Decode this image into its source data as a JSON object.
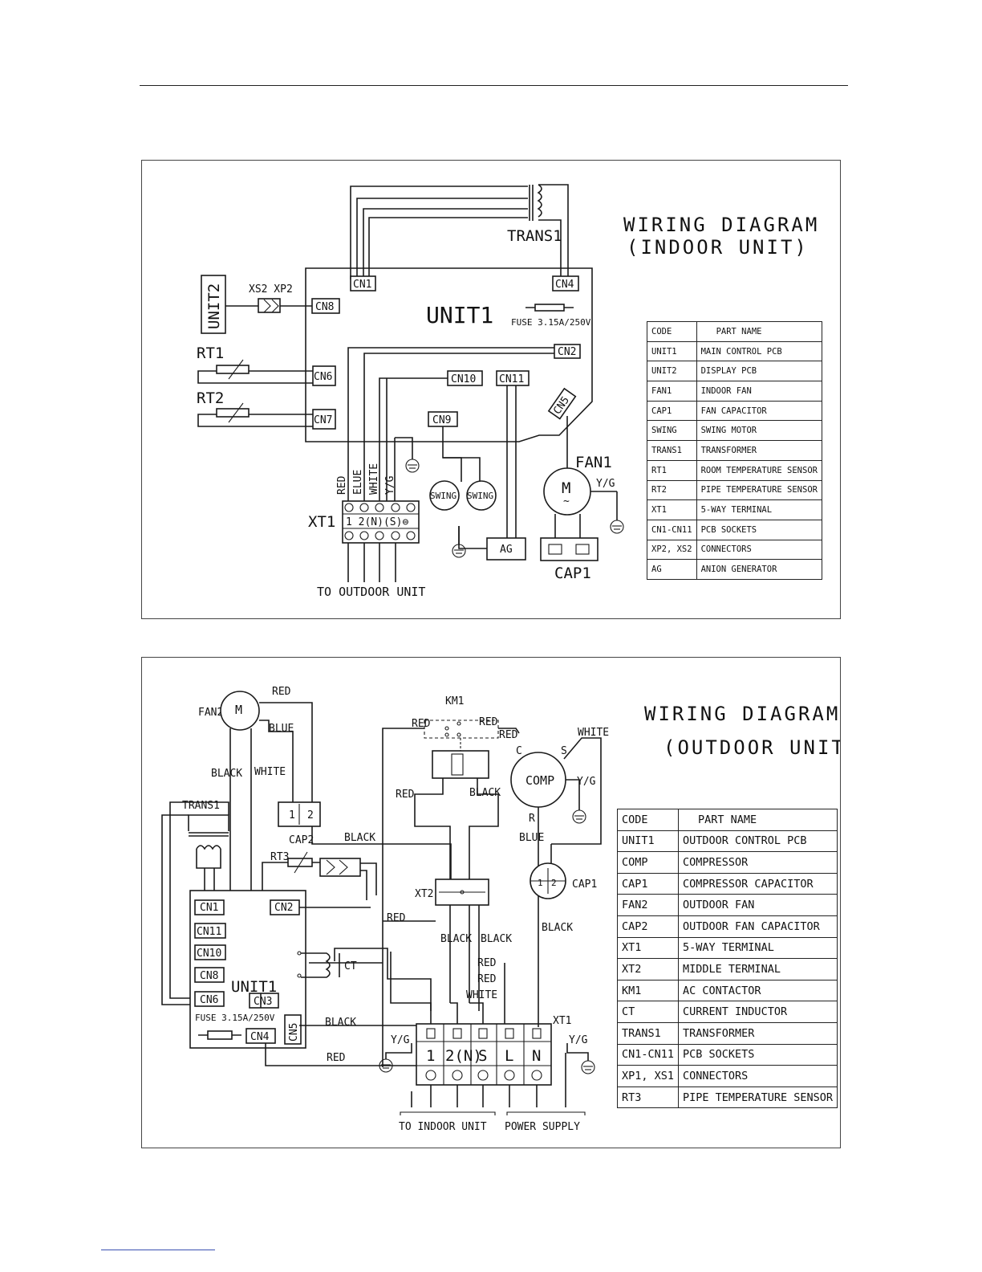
{
  "indoor": {
    "title_line1": "WIRING DIAGRAM",
    "title_line2": "(INDOOR UNIT)",
    "labels": {
      "trans1": "TRANS1",
      "unit1": "UNIT1",
      "unit2": "UNIT2",
      "xs2_xp2": "XS2 XP2",
      "fuse": "FUSE 3.15A/250V",
      "rt1": "RT1",
      "rt2": "RT2",
      "cn1": "CN1",
      "cn2": "CN2",
      "cn4": "CN4",
      "cn5": "CN5",
      "cn6": "CN6",
      "cn7": "CN7",
      "cn8": "CN8",
      "cn9": "CN9",
      "cn10": "CN10",
      "cn11": "CN11",
      "fan1": "FAN1",
      "motor": "M",
      "yg": "Y/G",
      "swing": "SWING",
      "ag": "AG",
      "cap1": "CAP1",
      "xt1": "XT1",
      "wire_red": "RED",
      "wire_elue": "ELUE",
      "wire_white": "WHITE",
      "wire_yg": "Y/G",
      "terminals": "1 2(N)(S)⊜",
      "to_outdoor": "TO OUTDOOR UNIT"
    },
    "parts_table": [
      [
        "CODE",
        "PART NAME"
      ],
      [
        "UNIT1",
        "MAIN CONTROL PCB"
      ],
      [
        "UNIT2",
        "DISPLAY PCB"
      ],
      [
        "FAN1",
        "INDOOR FAN"
      ],
      [
        "CAP1",
        "FAN CAPACITOR"
      ],
      [
        "SWING",
        "SWING MOTOR"
      ],
      [
        "TRANS1",
        "TRANSFORMER"
      ],
      [
        "RT1",
        "ROOM TEMPERATURE SENSOR"
      ],
      [
        "RT2",
        "PIPE TEMPERATURE SENSOR"
      ],
      [
        "XT1",
        "5-WAY TERMINAL"
      ],
      [
        "CN1-CN11",
        "PCB SOCKETS"
      ],
      [
        "XP2, XS2",
        "CONNECTORS"
      ],
      [
        "AG",
        "ANION GENERATOR"
      ]
    ]
  },
  "outdoor": {
    "title_line1": "WIRING DIAGRAM",
    "title_line2": "(OUTDOOR UNIT)",
    "labels": {
      "fan2": "FAN2",
      "motor": "M",
      "red": "RED",
      "blue": "BLUE",
      "black": "BLACK",
      "white": "WHITE",
      "trans1": "TRANS1",
      "cap2": "CAP2",
      "rt3": "RT3",
      "km1": "KM1",
      "comp": "COMP",
      "c": "C",
      "s": "S",
      "r": "R",
      "yg": "Y/G",
      "cap1": "CAP1",
      "xt2": "XT2",
      "ct": "CT",
      "xt1": "XT1",
      "unit1": "UNIT1",
      "fuse": "FUSE 3.15A/250V",
      "cn1": "CN1",
      "cn2": "CN2",
      "cn3": "CN3",
      "cn4": "CN4",
      "cn5": "CN5",
      "cn6": "CN6",
      "cn8": "CN8",
      "cn10": "CN10",
      "cn11": "CN11",
      "one": "1",
      "two": "2",
      "t1": "1",
      "t2": "2(N)",
      "ts": "S",
      "tl": "L",
      "tn": "N",
      "to_indoor": "TO INDOOR UNIT",
      "power_supply": "POWER SUPPLY"
    },
    "parts_table": [
      [
        "CODE",
        "PART NAME"
      ],
      [
        "UNIT1",
        "OUTDOOR CONTROL PCB"
      ],
      [
        "COMP",
        "COMPRESSOR"
      ],
      [
        "CAP1",
        "COMPRESSOR CAPACITOR"
      ],
      [
        "FAN2",
        "OUTDOOR FAN"
      ],
      [
        "CAP2",
        "OUTDOOR FAN CAPACITOR"
      ],
      [
        "XT1",
        "5-WAY TERMINAL"
      ],
      [
        "XT2",
        "MIDDLE TERMINAL"
      ],
      [
        "KM1",
        "AC CONTACTOR"
      ],
      [
        "CT",
        "CURRENT INDUCTOR"
      ],
      [
        "TRANS1",
        "TRANSFORMER"
      ],
      [
        "CN1-CN11",
        "PCB SOCKETS"
      ],
      [
        "XP1, XS1",
        "CONNECTORS"
      ],
      [
        "RT3",
        "PIPE TEMPERATURE SENSOR"
      ]
    ]
  }
}
